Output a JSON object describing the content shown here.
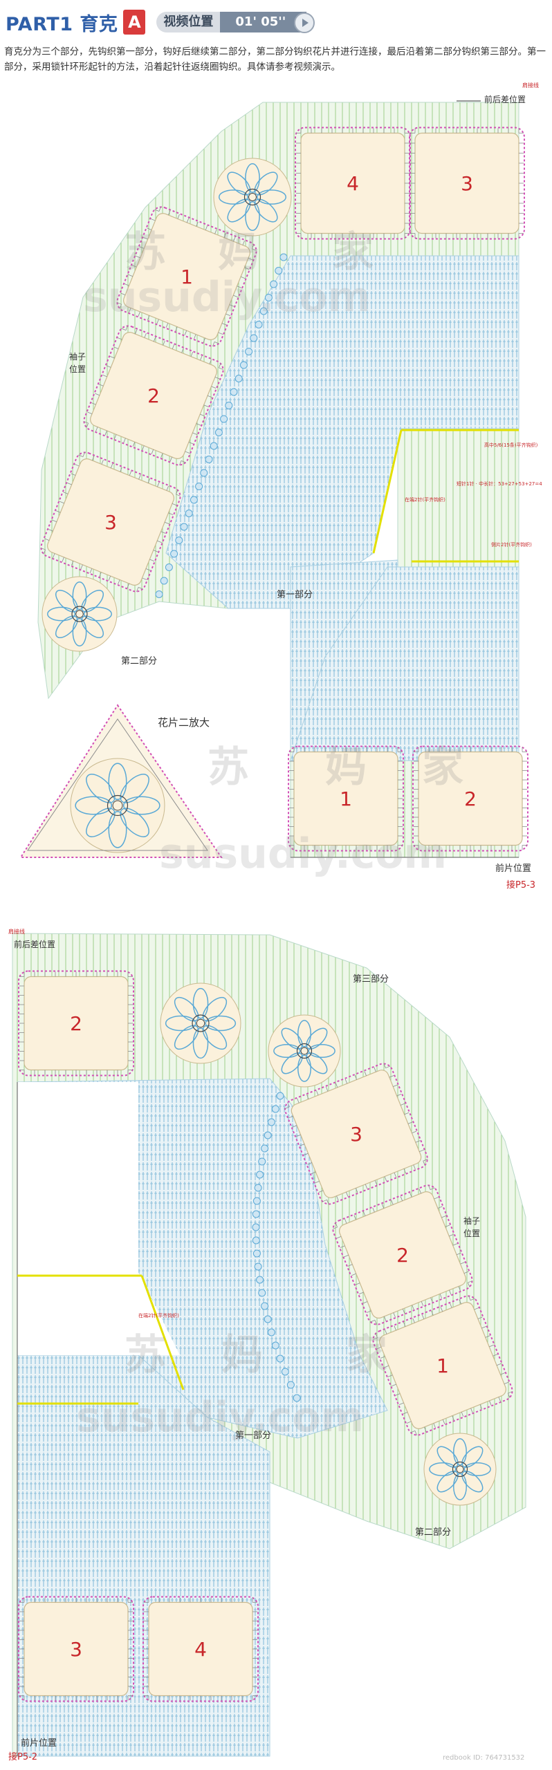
{
  "header": {
    "part_title": "PART1 育克",
    "part_badge": "A",
    "video_label": "视频位置",
    "video_time": "01' 05''"
  },
  "intro_text": "育克分为三个部分，先钩织第一部分，钩好后继续第二部分，第二部分钩织花片并进行连接，最后沿着第二部分钩织第三部分。第一部分，采用锁针环形起针的方法，沿着起针往返绕圈钩织。具体请参考视频演示。",
  "diagram1": {
    "side_tag": "肩接线",
    "back_diff": "前后差位置",
    "sleeve": "袖子位置",
    "part1": "第一部分",
    "part2": "第二部分",
    "motif_zoom": "花片二放大",
    "front_pos": "前片位置",
    "page_ref": "接P5-3",
    "squares": [
      "4",
      "3",
      "1",
      "2",
      "3",
      "1",
      "2"
    ],
    "notes": [
      "高中5/6(15条)平齐钩织)",
      "短针1针 · 中长针：53+27+53+27=4",
      "在端2针(平齐钩织)",
      "侧片2针(平齐钩织)"
    ]
  },
  "diagram2": {
    "side_tag": "肩接线",
    "front_back_diff": "前后差位置",
    "part3": "第三部分",
    "sleeve": "袖子位置",
    "part1": "第一部分",
    "part2": "第二部分",
    "front_pos": "前片位置",
    "page_ref": "接P5-2",
    "squares": [
      "2",
      "3",
      "2",
      "1",
      "3",
      "4"
    ],
    "note": "在端2针(平齐钩织)"
  },
  "watermarks": [
    "苏",
    "妈",
    "家",
    "susudiy.com"
  ],
  "footer_id": "redbook ID: 764731532",
  "colors": {
    "title_blue": "#2f5fa8",
    "badge_red": "#d93b3b",
    "square_fill": "#fbf1dc",
    "square_border": "#d24fb5",
    "stitch_blue": "#5aa9d6",
    "panel_fill": "#e6f2f6",
    "edge_green": "#9ecf8b",
    "highlight_yellow": "#e3e000",
    "number_red": "#c8262a"
  }
}
